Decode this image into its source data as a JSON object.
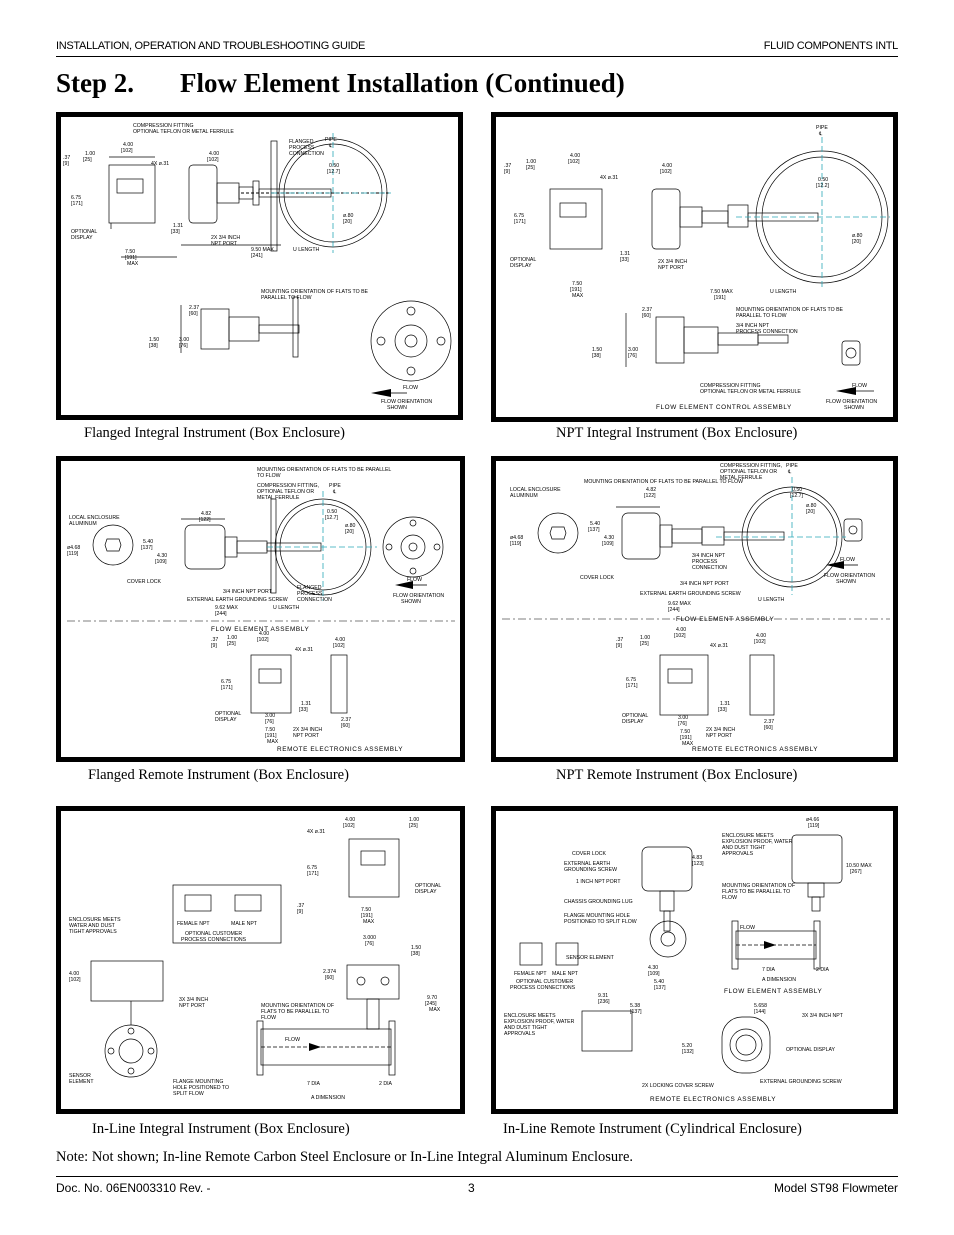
{
  "header": {
    "left": "INSTALLATION, OPERATION AND TROUBLESHOOTING GUIDE",
    "right": "FLUID COMPONENTS INTL"
  },
  "title": {
    "step": "Step 2.",
    "text": "Flow Element Installation (Continued)"
  },
  "figures": [
    {
      "caption": "Flanged Integral Instrument (Box Enclosure)",
      "labels": {
        "compression": "COMPRESSION FITTING",
        "ferrule": "OPTIONAL TEFLON OR METAL FERRULE",
        "flanged": "FLANGED",
        "process": "PROCESS",
        "connection": "CONNECTION",
        "pipe": "PIPE",
        "cl": "℄",
        "d400": "4.00",
        "d102": "[102]",
        "d100": "1.00",
        "d25": "[25]",
        "d37": ".37",
        "d9": "[9]",
        "d675": "6.75",
        "d171": "[171]",
        "hole": "4X ø.31",
        "d050": "0.50",
        "d122": "[12.7]",
        "d80": "ø.80",
        "d20": "[20]",
        "display": "OPTIONAL",
        "display2": "DISPLAY",
        "d750": "7.50",
        "d191": "[191]",
        "max": "MAX",
        "nptport": "2X 3/4 INCH",
        "nptport2": "NPT PORT",
        "d131": "1.31",
        "d33": "[33]",
        "d950": "9.50 MAX",
        "d241": "[241]",
        "ulen": "U LENGTH",
        "mount": "MOUNTING ORIENTATION OF FLATS TO BE",
        "mount2": "PARALLEL TO FLOW",
        "d237": "2.37",
        "d60": "[60]",
        "d150": "1.50",
        "d38": "[38]",
        "d300": "3.00",
        "d76": "[76]",
        "flow": "FLOW",
        "fos": "FLOW ORIENTATION",
        "fos2": "SHOWN"
      }
    },
    {
      "caption": "NPT Integral Instrument (Box Enclosure)",
      "labels": {
        "pipe": "PIPE",
        "cl": "℄",
        "d37": ".37",
        "d9": "[9]",
        "d100": "1.00",
        "d25": "[25]",
        "d400": "4.00",
        "d102": "[102]",
        "hole": "4X ø.31",
        "d675": "6.75",
        "d171": "[171]",
        "d050": "0.50",
        "d122": "[12.2]",
        "d80": "ø.80",
        "d20": "[20]",
        "display": "OPTIONAL",
        "display2": "DISPLAY",
        "d131": "1.31",
        "d33": "[33]",
        "nptport": "2X 3/4 INCH",
        "nptport2": "NPT PORT",
        "d750": "7.50",
        "d191": "[191]",
        "max": "MAX",
        "d750b": "7.50 MAX",
        "d191b": "[191]",
        "ulen": "U LENGTH",
        "d237": "2.37",
        "d60": "[60]",
        "mount": "MOUNTING ORIENTATION OF FLATS TO BE",
        "mount2": "PARALLEL TO FLOW",
        "npt34": "3/4 INCH NPT",
        "npt34b": "PROCESS CONNECTION",
        "d150": "1.50",
        "d38": "[38]",
        "d300": "3.00",
        "d76": "[76]",
        "compression": "COMPRESSION FITTING",
        "ferrule": "OPTIONAL TEFLON OR METAL FERRULE",
        "flow": "FLOW",
        "fos": "FLOW ORIENTATION",
        "fos2": "SHOWN",
        "assembly": "FLOW ELEMENT CONTROL ASSEMBLY"
      }
    },
    {
      "caption": "Flanged Remote Instrument  (Box Enclosure)",
      "labels": {
        "mount": "MOUNTING ORIENTATION OF FLATS TO BE PARALLEL",
        "mount2": "TO FLOW",
        "compression": "COMPRESSION FITTING,",
        "ferrule": "OPTIONAL TEFLON OR",
        "ferrule2": "METAL FERRULE",
        "pipe": "PIPE",
        "cl": "℄",
        "local": "LOCAL ENCLOSURE",
        "alum": "ALUMINUM",
        "d482": "4.82",
        "d122": "[122]",
        "d540": "5.40",
        "d137": "[137]",
        "d430": "4.30",
        "d109": "[109]",
        "d468": "ø4.68",
        "d119": "[119]",
        "d050": "0.50",
        "d127": "[12.7]",
        "d80": "ø.80",
        "d20": "[20]",
        "cover": "COVER LOCK",
        "nptport": "3/4 INCH NPT PORT",
        "ground": "EXTERNAL EARTH GROUNDING SCREW",
        "d962": "9.62 MAX",
        "d244": "[244]",
        "ulen": "U LENGTH",
        "flanged": "FLANGED",
        "process": "PROCESS",
        "connection": "CONNECTION",
        "flow": "FLOW",
        "fos": "FLOW ORIENTATION",
        "fos2": "SHOWN",
        "assembly": "FLOW ELEMENT ASSEMBLY",
        "d37": ".37",
        "d9": "[9]",
        "d100": "1.00",
        "d25": "[25]",
        "d400": "4.00",
        "d102": "[102]",
        "hole": "4X ø.31",
        "d400b": "4.00",
        "d102b": "[102]",
        "d675": "6.75",
        "d171": "[171]",
        "display": "OPTIONAL",
        "display2": "DISPLAY",
        "d131": "1.31",
        "d33": "[33]",
        "d300": "3.00",
        "d76": "[76]",
        "d237": "2.37",
        "d60": "[60]",
        "nptport2": "2X 3/4 INCH",
        "nptport3": "NPT PORT",
        "d750": "7.50",
        "d191": "[191]",
        "max": "MAX",
        "remote": "REMOTE ELECTRONICS ASSEMBLY"
      }
    },
    {
      "caption": "NPT Remote Instrument  (Box Enclosure)",
      "labels": {
        "mount": "MOUNTING ORIENTATION OF FLATS TO BE PARALLEL TO FLOW",
        "compression": "COMPRESSION FITTING,",
        "ferrule": "OPTIONAL TEFLON OR",
        "ferrule2": "METAL FERRULE",
        "pipe": "PIPE",
        "cl": "℄",
        "local": "LOCAL ENCLOSURE",
        "alum": "ALUMINUM",
        "d482": "4.82",
        "d122": "[122]",
        "d540": "5.40",
        "d137": "[137]",
        "d430": "4.30",
        "d109": "[109]",
        "d468": "ø4.68",
        "d119": "[119]",
        "d050": "0.50",
        "d127": "[12.7]",
        "d80": "ø.80",
        "d20": "[20]",
        "npt34": "3/4 INCH NPT",
        "npt34b": "PROCESS",
        "npt34c": "CONNECTION",
        "cover": "COVER LOCK",
        "nptport": "3/4 INCH NPT PORT",
        "ground": "EXTERNAL EARTH GROUNDING SCREW",
        "d962": "9.62 MAX",
        "d244": "[244]",
        "ulen": "U LENGTH",
        "flow": "FLOW",
        "fos": "FLOW ORIENTATION",
        "fos2": "SHOWN",
        "assembly": "FLOW ELEMENT ASSEMBLY",
        "d37": ".37",
        "d9": "[9]",
        "d100": "1.00",
        "d25": "[25]",
        "d400": "4.00",
        "d102": "[102]",
        "hole": "4X ø.31",
        "d400b": "4.00",
        "d102b": "[102]",
        "d675": "6.75",
        "d171": "[171]",
        "display": "OPTIONAL",
        "display2": "DISPLAY",
        "d131": "1.31",
        "d33": "[33]",
        "d300": "3.00",
        "d76": "[76]",
        "d237": "2.37",
        "d60": "[60]",
        "nptport2": "2X 3/4 INCH",
        "nptport3": "NPT PORT",
        "d750": "7.50",
        "d191": "[191]",
        "max": "MAX",
        "remote": "REMOTE ELECTRONICS ASSEMBLY"
      }
    },
    {
      "caption": "In-Line Integral Instrument (Box Enclosure)",
      "labels": {
        "d400": "4.00",
        "d102": "[102]",
        "d100": "1.00",
        "d25": "[25]",
        "hole": "4X ø.31",
        "d675": "6.75",
        "d171": "[171]",
        "display": "OPTIONAL",
        "display2": "DISPLAY",
        "d37": ".37",
        "d9": "[9]",
        "d750": "7.50",
        "d191": "[191]",
        "max": "MAX",
        "female": "FEMALE NPT",
        "male": "MALE NPT",
        "optional": "OPTIONAL  CUSTOMER",
        "optional2": "PROCESS  CONNECTIONS",
        "enclosure": "ENCLOSURE MEETS",
        "enclosure2": "WATER AND DUST",
        "enclosure3": "TIGHT APPROVALS",
        "d3000": "3.000",
        "d76": "[76]",
        "d150": "1.50",
        "d38": "[38]",
        "d400b": "4.00",
        "d102b": "[102]",
        "nptport": "3X 3/4 INCH",
        "nptport2": "NPT PORT",
        "d2374": "2.374",
        "d60": "[60]",
        "mount": "MOUNTING ORIENTATION OF",
        "mount2": "FLATS TO BE PARALLEL TO",
        "mount3": "FLOW",
        "d970": "9.70",
        "d245": "[245]",
        "max2": "MAX",
        "flow": "FLOW",
        "sensor": "SENSOR",
        "sensor2": "ELEMENT",
        "flange": "FLANGE MOUNTING",
        "flange2": "HOLE POSITIONED TO",
        "flange3": "SPLIT FLOW",
        "dia7": "7 DIA",
        "dia2": "2 DIA",
        "adim": "A  DIMENSION"
      }
    },
    {
      "caption": "In-Line Remote Instrument  (Cylindrical Enclosure)",
      "labels": {
        "d466": "ø4.66",
        "d119": "[119]",
        "enclosure": "ENCLOSURE MEETS",
        "enclosure2": "EXPLOSION PROOF, WATER",
        "enclosure3": "AND DUST TIGHT",
        "enclosure4": "APPROVALS",
        "cover": "COVER LOCK",
        "ground": "EXTERNAL EARTH",
        "ground2": "GROUNDING SCREW",
        "npt1": "1 INCH NPT PORT",
        "d483": "4.83",
        "d123": "[123]",
        "d1050": "10.50 MAX",
        "d267": "[267]",
        "mount": "MOUNTING ORIENTATION OF",
        "mount2": "FLATS TO BE PARALLEL TO",
        "mount3": "FLOW",
        "chassis": "CHASSIS GROUNDING LUG",
        "flange": "FLANGE MOUNTING HOLE",
        "flange2": "POSITIONED TO SPLIT FLOW",
        "flow": "FLOW",
        "sensor": "SENSOR ELEMENT",
        "d430": "4.30",
        "d109": "[109]",
        "d540": "5.40",
        "d137": "[137]",
        "female": "FEMALE NPT",
        "male": "MALE NPT",
        "optional": "OPTIONAL  CUSTOMER",
        "optional2": "PROCESS CONNECTIONS",
        "dia7": "7 DIA",
        "dia2": "2 DIA",
        "adim": "A  DIMENSION",
        "assembly": "FLOW ELEMENT ASSEMBLY",
        "d931": "9.31",
        "d236": "[236]",
        "d538": "5.38",
        "d137b": "[137]",
        "d5658": "5.658",
        "d144": "[144]",
        "npt3x": "3X 3/4 INCH NPT",
        "renclosure": "ENCLOSURE MEETS",
        "renclosure2": "EXPLOSION PROOF, WATER",
        "renclosure3": "AND DUST TIGHT",
        "renclosure4": "APPROVALS",
        "d520": "5.20",
        "d132": "[132]",
        "display": "OPTIONAL DISPLAY",
        "egrnd": "EXTERNAL GROUNDING SCREW",
        "locking": "2X LOCKING COVER SCREW",
        "remote": "REMOTE ELECTRONICS ASSEMBLY"
      }
    }
  ],
  "note": "Note:  Not shown;  In-line Remote Carbon Steel Enclosure or In-Line Integral Aluminum Enclosure.",
  "footer": {
    "left": "Doc. No. 06EN003310 Rev. -",
    "center": "3",
    "right": "Model ST98 Flowmeter"
  },
  "colors": {
    "centerline": "#2aa7b8",
    "frame": "#000000"
  }
}
